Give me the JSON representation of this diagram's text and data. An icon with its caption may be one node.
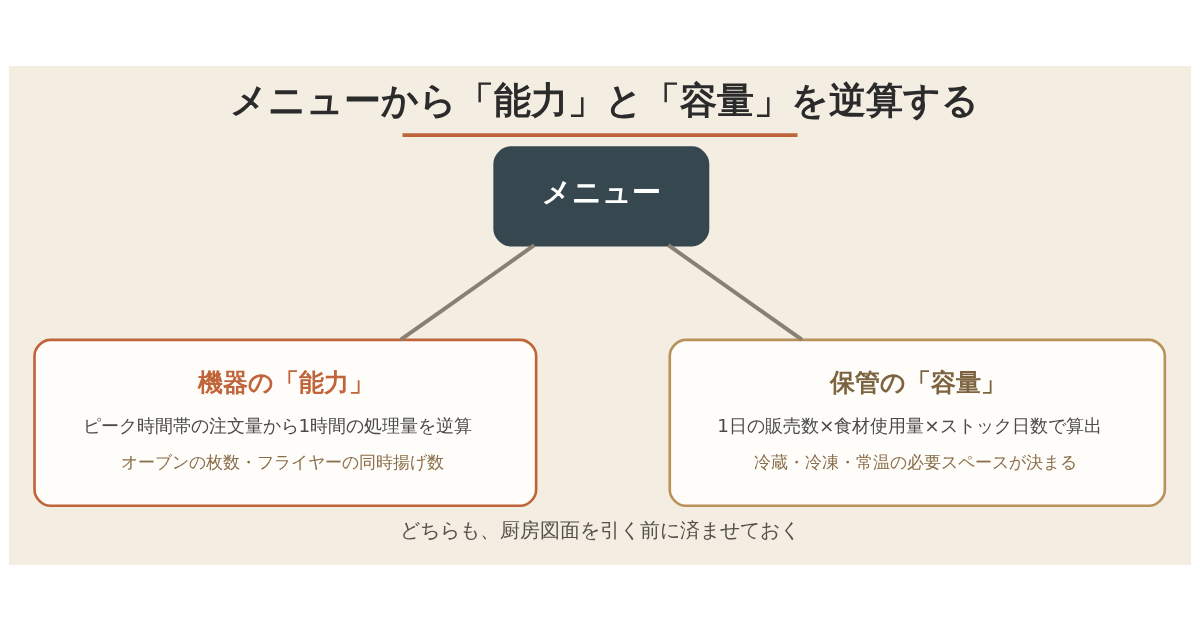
{
  "diagram": {
    "title": "メニューから「能力」と「容量」を逆算する",
    "nodes": [
      {
        "text": [
          "メニュー"
        ]
      },
      {
        "text": [
          "機器の「能力」",
          "ピーク時間帯の注文量から1時間の処理量を逆算",
          "オーブンの枚数・フライヤーの同時揚げ数"
        ]
      },
      {
        "text": [
          "保管の「容量」",
          "1日の販売数×食材使用量×ストック日数で算出",
          "冷蔵・冷凍・常温の必要スペースが決まる"
        ]
      }
    ],
    "edges": [
      {
        "from": 0,
        "to": 1,
        "arrow": "none"
      },
      {
        "from": 0,
        "to": 2,
        "arrow": "none"
      }
    ],
    "caption": "どちらも、厨房図面を引く前に済ませておく"
  }
}
